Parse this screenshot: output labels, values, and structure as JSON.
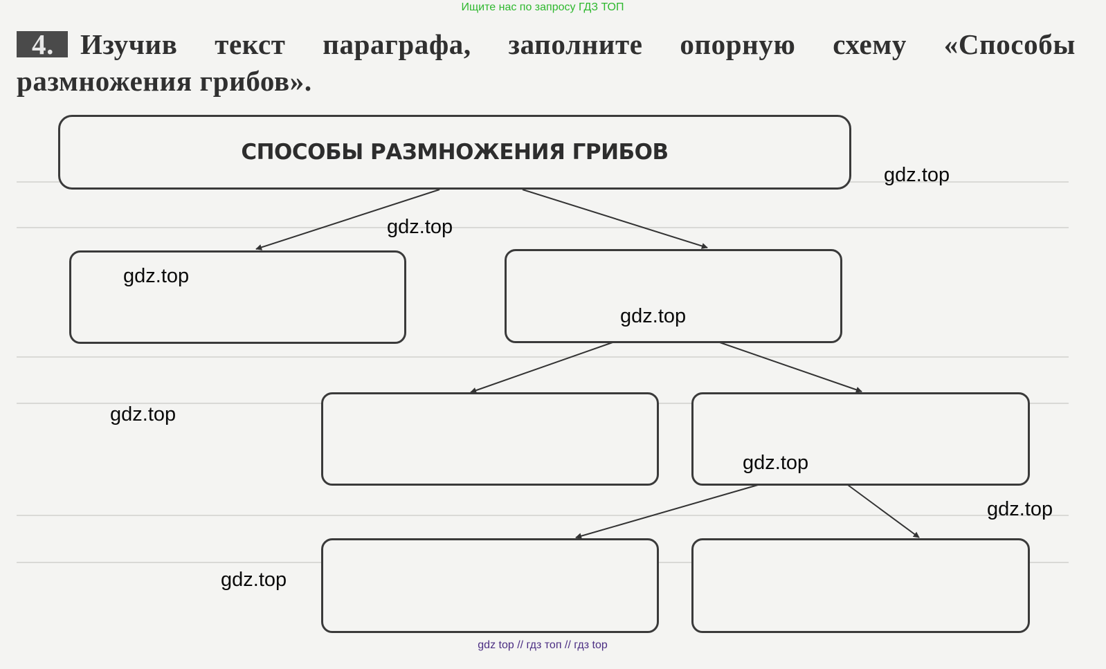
{
  "header_link": "Ищите нас по запросу ГДЗ ТОП",
  "task": {
    "number": "4.",
    "text": "Изучив текст параграфа, заполните опорную схему «Способы размножения грибов»."
  },
  "diagram": {
    "root_label": "СПОСОБЫ РАЗМНОЖЕНИЯ ГРИБОВ",
    "boxes": [
      {
        "name": "level1-left",
        "text": ""
      },
      {
        "name": "level1-right",
        "text": ""
      },
      {
        "name": "level2-left",
        "text": ""
      },
      {
        "name": "level2-right",
        "text": ""
      },
      {
        "name": "level3-left",
        "text": ""
      },
      {
        "name": "level3-right",
        "text": ""
      }
    ]
  },
  "watermarks": [
    "gdz.top",
    "gdz.top",
    "gdz.top",
    "gdz.top",
    "gdz.top",
    "gdz.top",
    "gdz.top",
    "gdz.top"
  ],
  "footer_link": "gdz top  //  гдз топ  //  гдз top"
}
